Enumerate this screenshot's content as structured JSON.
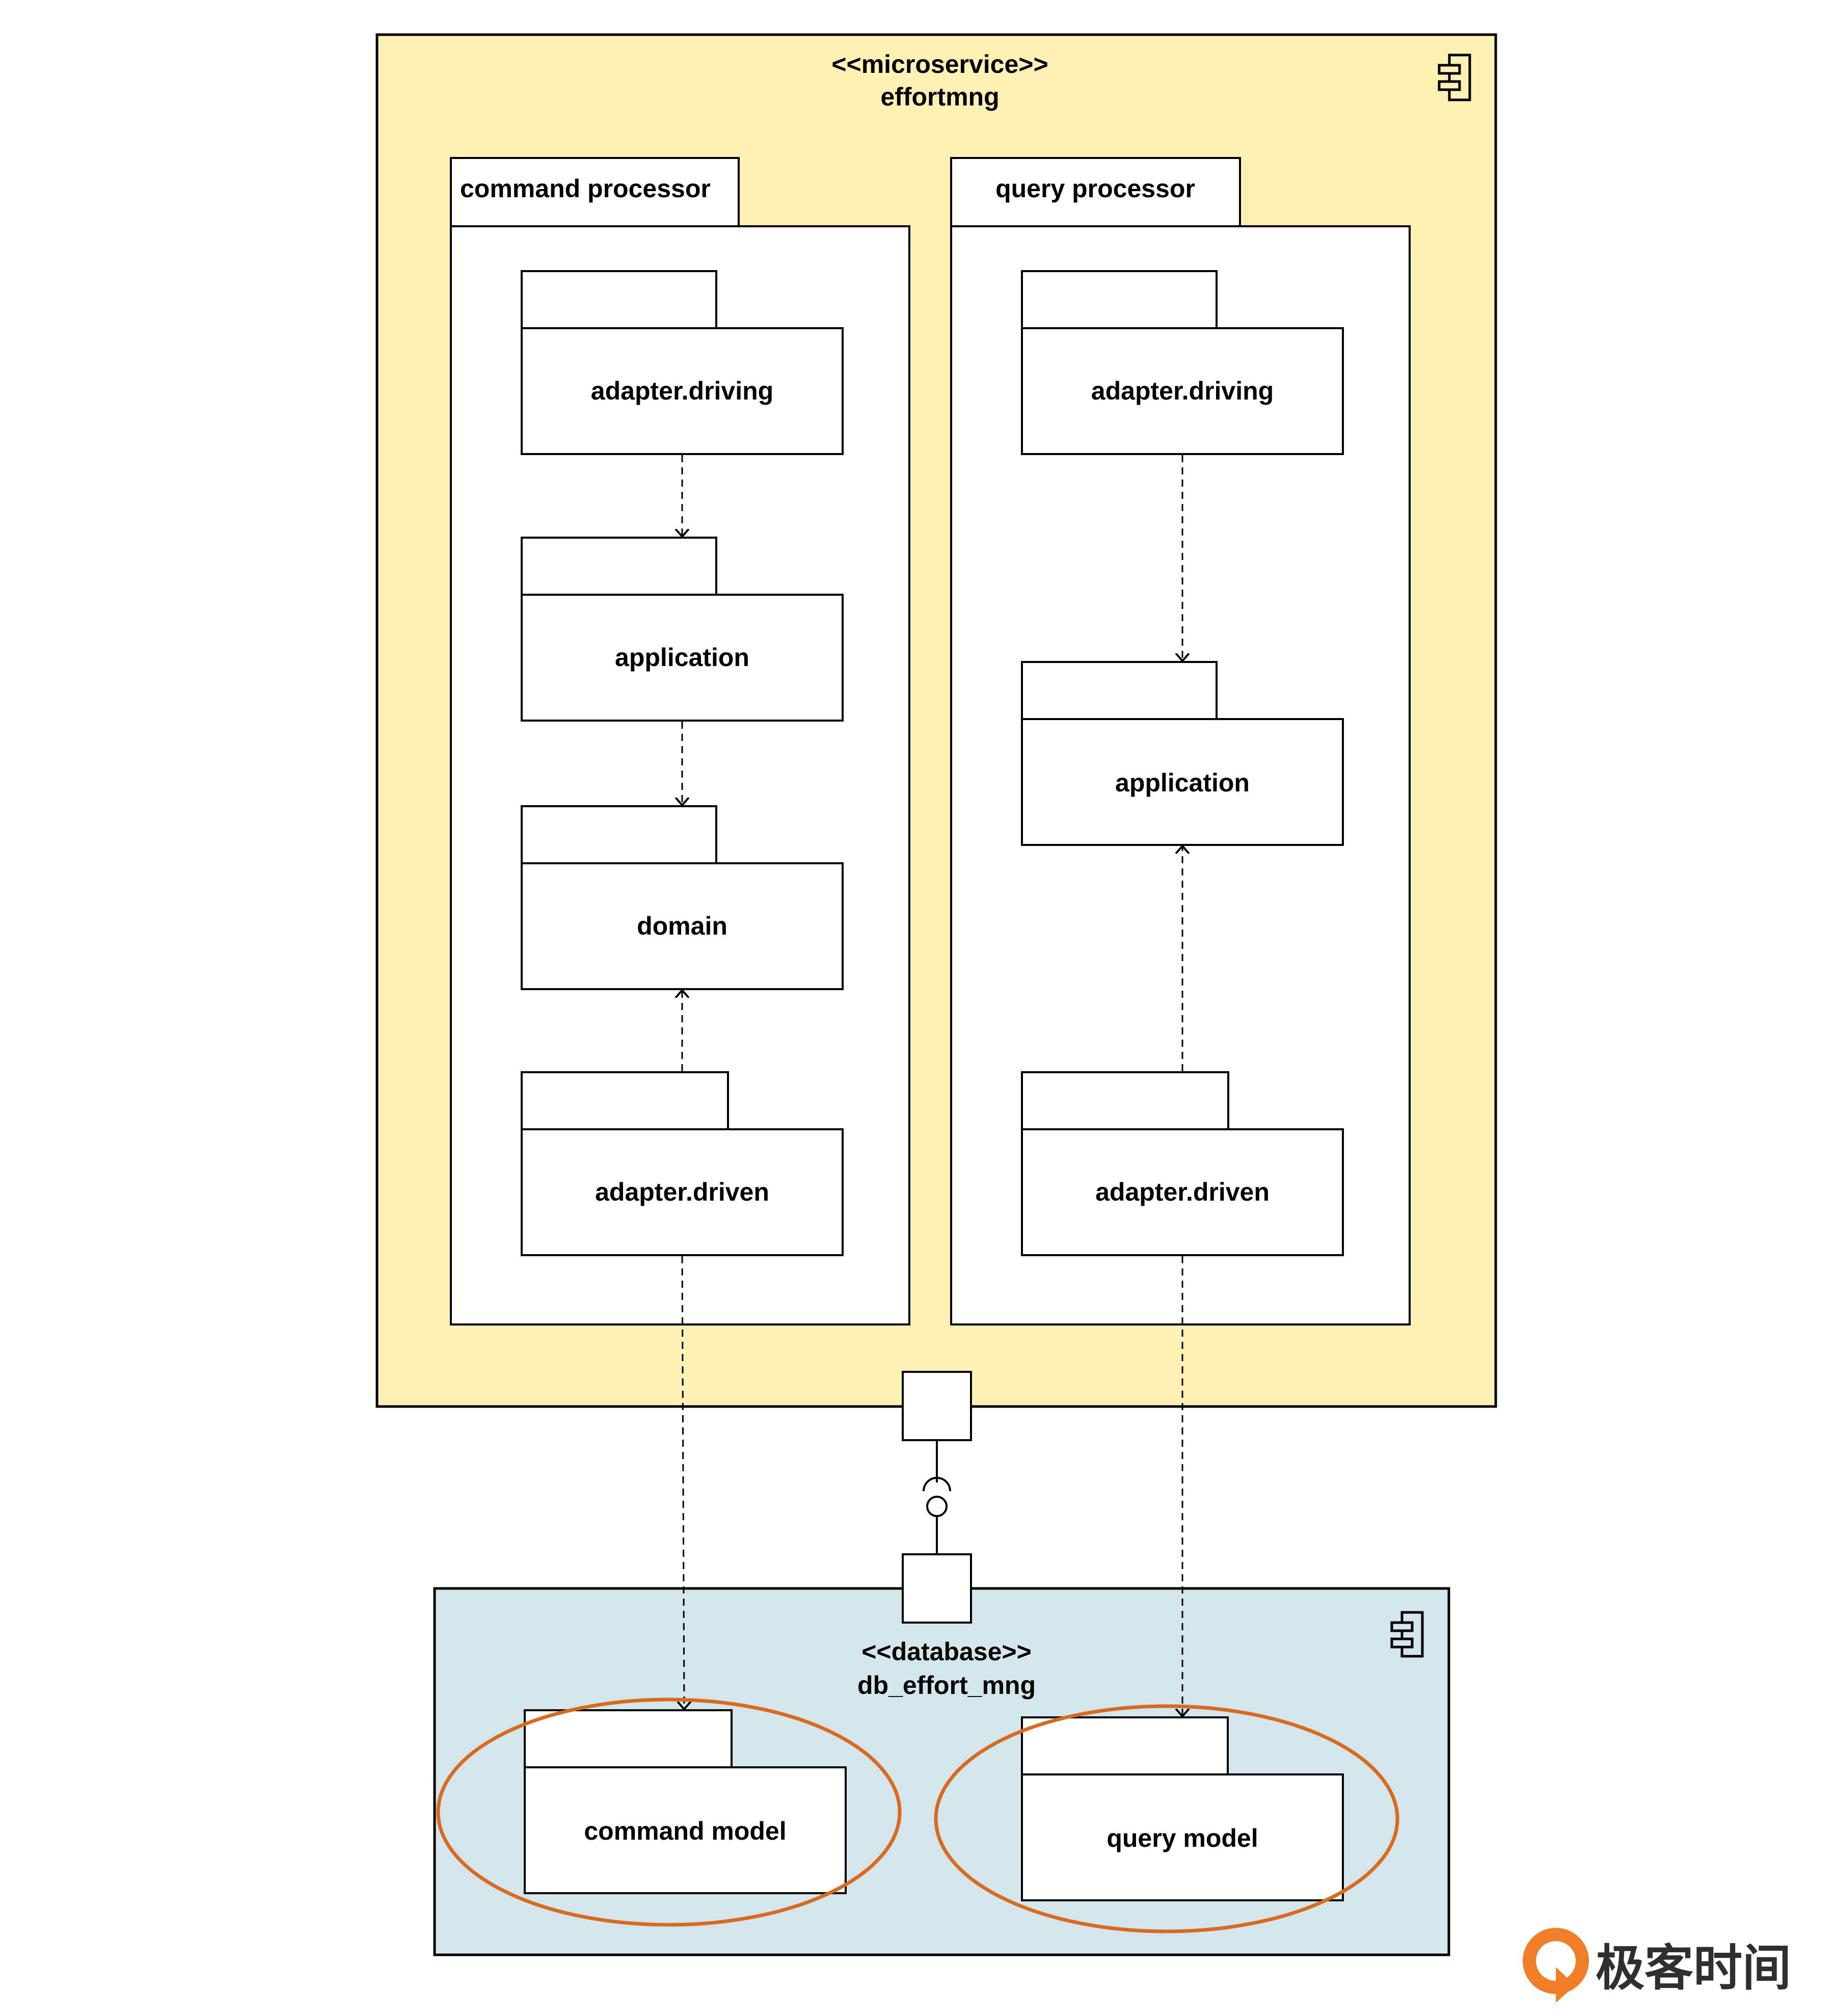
{
  "colors": {
    "microservice_fill": "#FFF0B3",
    "database_fill": "#D5E5EC",
    "highlight": "#D86B1F",
    "logo_orange": "#F07E28",
    "logo_text": "#2F2F2F"
  },
  "microservice": {
    "stereotype": "<<microservice>>",
    "name": "effortmng",
    "icon": "uml-component-icon"
  },
  "command_processor": {
    "title": "command processor",
    "packages": [
      "adapter.driving",
      "application",
      "domain",
      "adapter.driven"
    ]
  },
  "query_processor": {
    "title": "query processor",
    "packages": [
      "adapter.driving",
      "application",
      "adapter.driven"
    ]
  },
  "database": {
    "stereotype": "<<database>>",
    "name": "db_effort_mng",
    "icon": "uml-component-icon",
    "packages": [
      "command model",
      "query model"
    ]
  },
  "interface": {
    "kind": "provided-required-ball-and-socket"
  },
  "logo": {
    "text": "极客时间",
    "icon": "geektime-logo-icon"
  }
}
